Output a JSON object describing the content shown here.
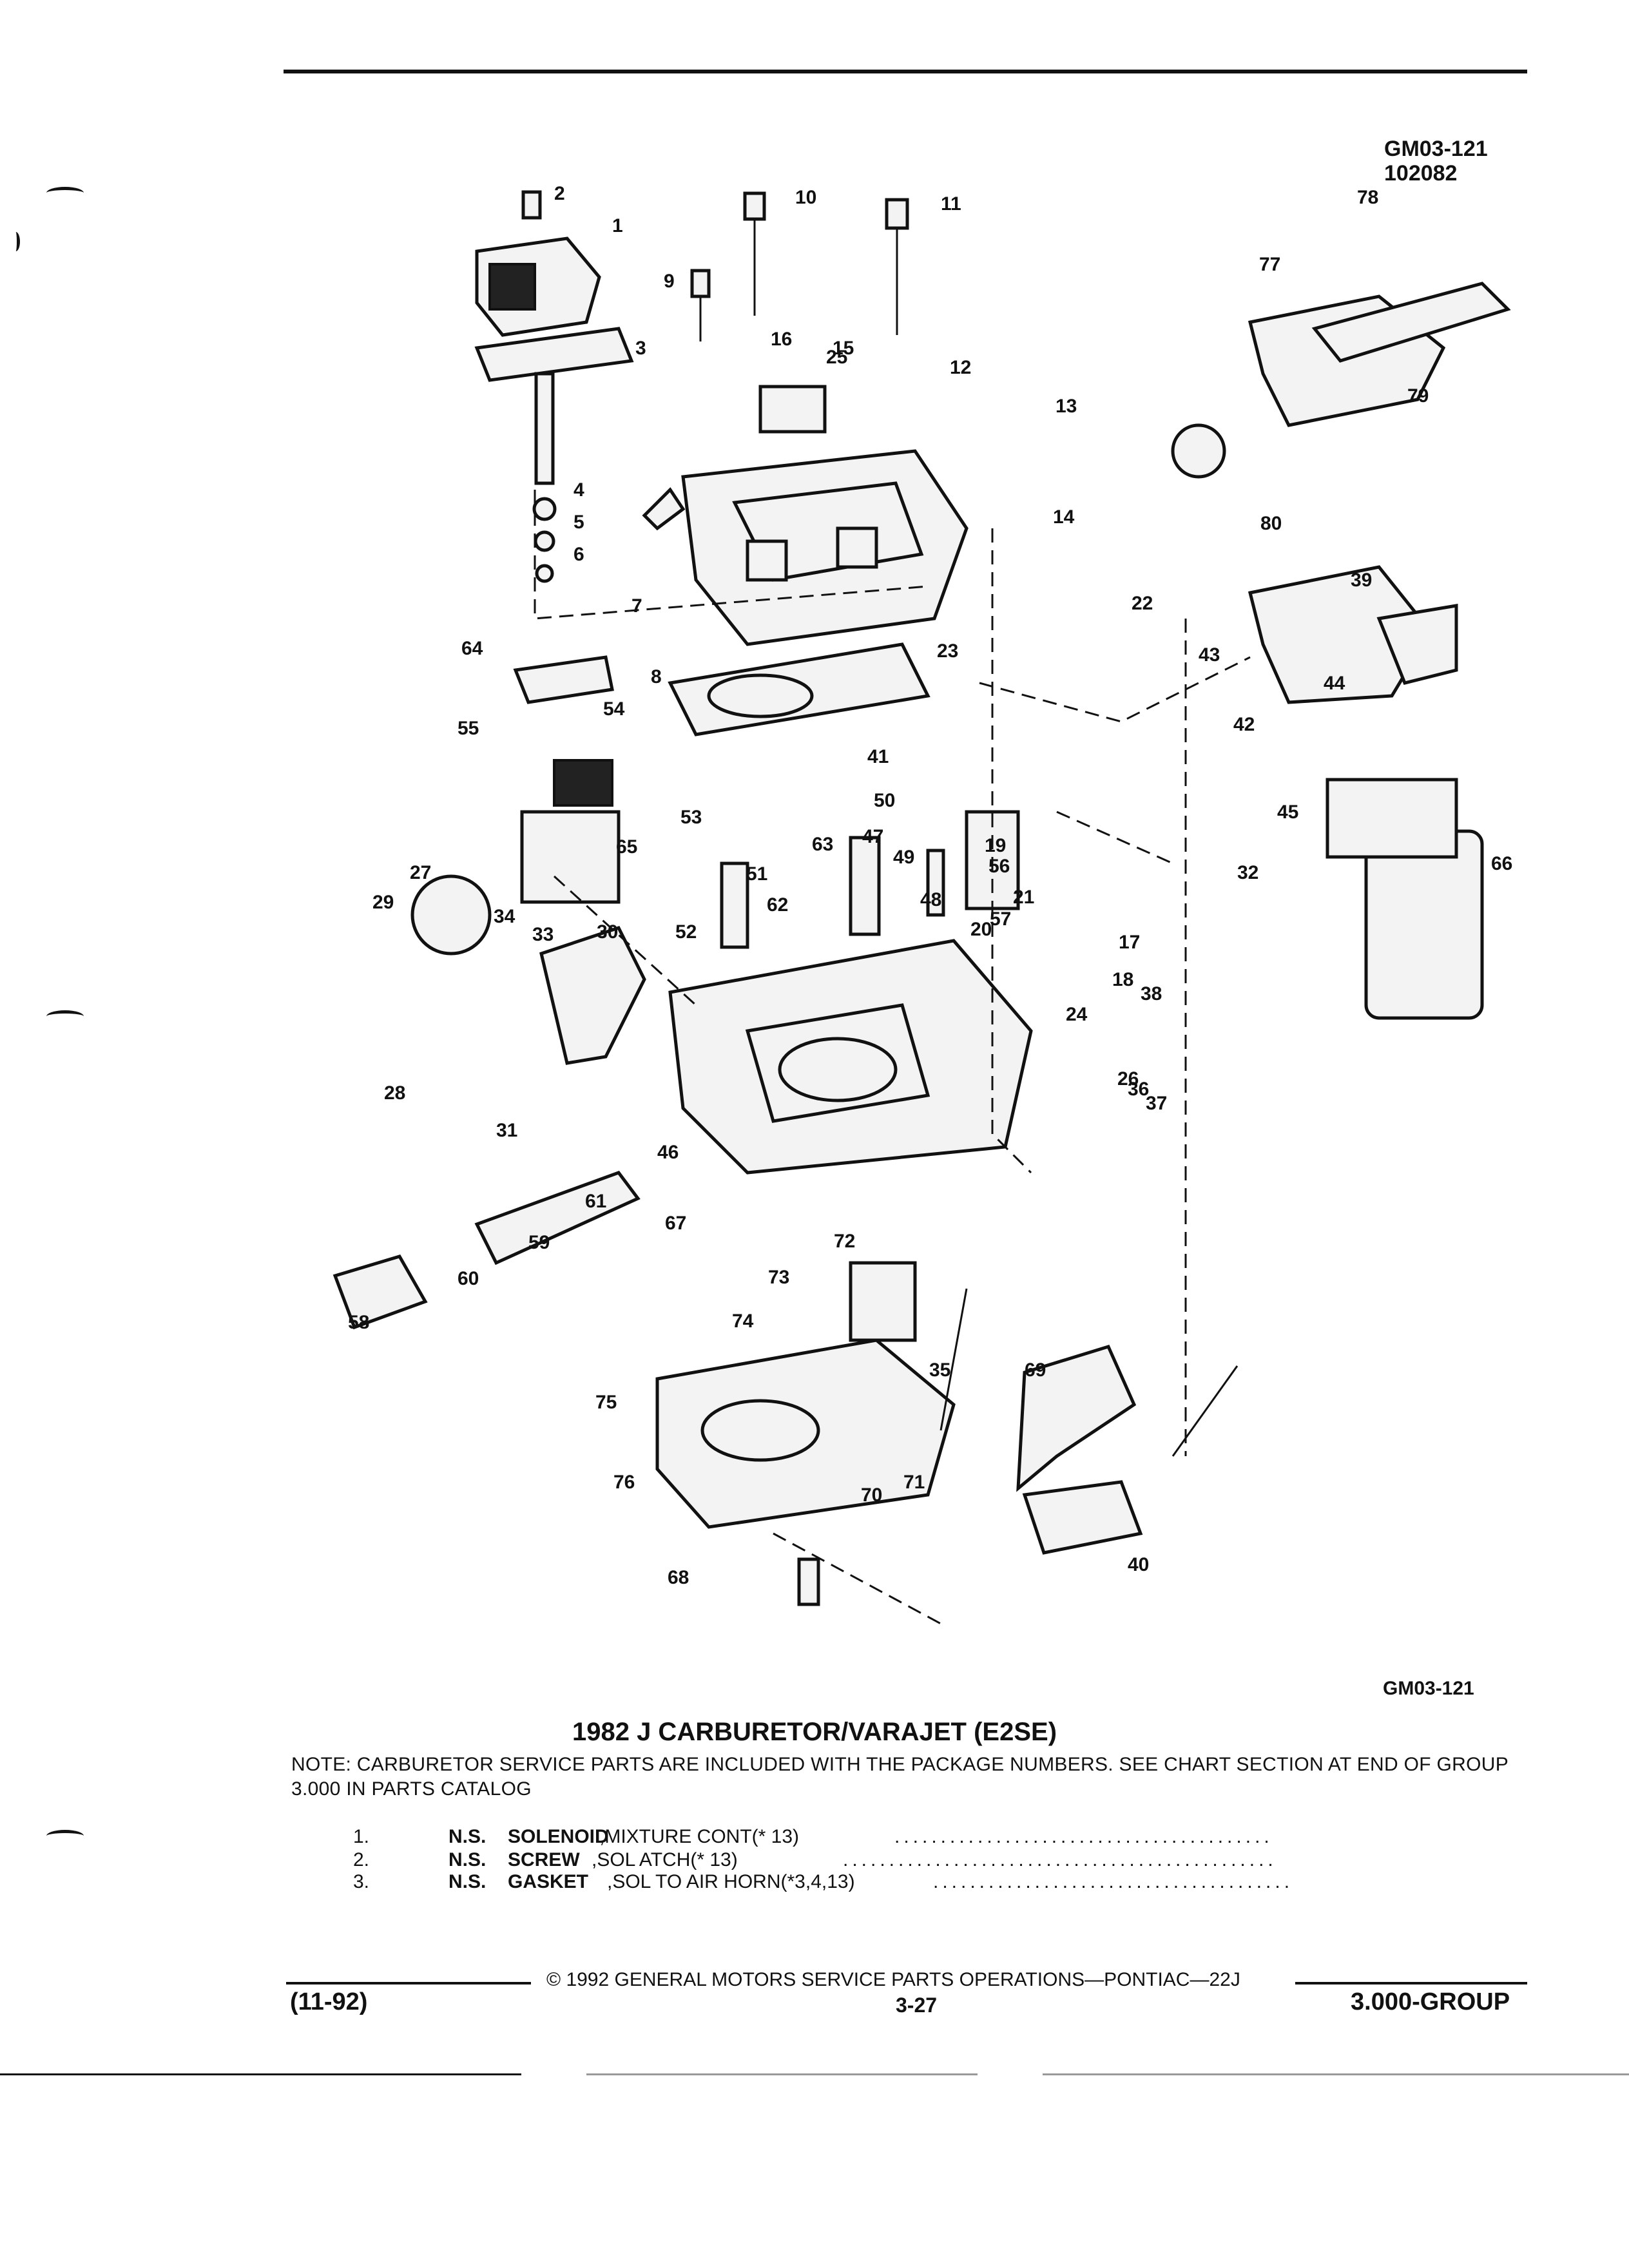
{
  "header": {
    "code": "GM03-121",
    "number": "102082"
  },
  "diagram": {
    "callouts": [
      "1",
      "2",
      "3",
      "4",
      "5",
      "6",
      "7",
      "8",
      "9",
      "10",
      "11",
      "12",
      "13",
      "14",
      "15",
      "16",
      "17",
      "18",
      "19",
      "20",
      "21",
      "22",
      "23",
      "24",
      "25",
      "26",
      "27",
      "28",
      "29",
      "30",
      "31",
      "32",
      "33",
      "34",
      "35",
      "36",
      "37",
      "38",
      "39",
      "40",
      "41",
      "42",
      "43",
      "44",
      "45",
      "46",
      "47",
      "48",
      "49",
      "50",
      "51",
      "52",
      "53",
      "54",
      "55",
      "56",
      "57",
      "58",
      "59",
      "60",
      "61",
      "62",
      "63",
      "64",
      "65",
      "66",
      "67",
      "68",
      "69",
      "70",
      "71",
      "72",
      "73",
      "74",
      "75",
      "76",
      "77",
      "78",
      "79",
      "80"
    ],
    "footer_code": "GM03-121"
  },
  "title": "1982 J CARBURETOR/VARAJET (E2SE)",
  "note": "NOTE: CARBURETOR SERVICE PARTS ARE INCLUDED WITH THE PACKAGE NUMBERS. SEE CHART SECTION AT END OF GROUP 3.000 IN PARTS CATALOG",
  "parts": [
    {
      "num": "1.",
      "ns": "N.S.",
      "name": "SOLENOID",
      "desc": ",MIXTURE CONT(* 13)"
    },
    {
      "num": "2.",
      "ns": "N.S.",
      "name": "SCREW",
      "desc": ",SOL ATCH(* 13)"
    },
    {
      "num": "3.",
      "ns": "N.S.",
      "name": "GASKET",
      "desc": ",SOL TO AIR HORN(*3,4,13)"
    }
  ],
  "footer": {
    "copyright": "© 1992 GENERAL MOTORS SERVICE PARTS OPERATIONS—PONTIAC—22J",
    "date": "(11-92)",
    "page": "3-27",
    "group": "3.000-GROUP"
  }
}
